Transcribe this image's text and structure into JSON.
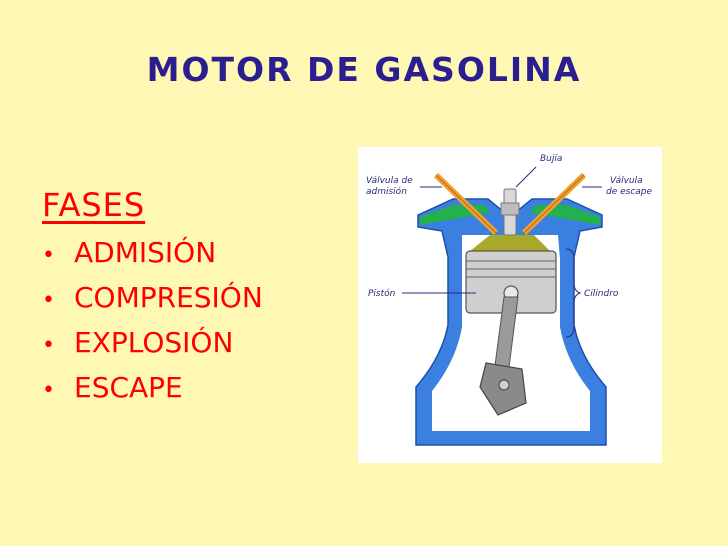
{
  "slide": {
    "title": "MOTOR DE GASOLINA",
    "heading": "FASES",
    "bullet_glyph": "•",
    "phases": [
      "ADMISIÓN",
      "COMPRESIÓN",
      "EXPLOSIÓN",
      "ESCAPE"
    ]
  },
  "diagram": {
    "labels": {
      "spark_plug": "Bujía",
      "intake_valve_line1": "Válvula de",
      "intake_valve_line2": "admisión",
      "exhaust_valve_line1": "Válvula",
      "exhaust_valve_line2": "de escape",
      "piston": "Pistón",
      "cylinder": "Cilindro"
    }
  },
  "colors": {
    "background": "#fff8b4",
    "title": "#2b1f8f",
    "text": "#ff0000"
  }
}
